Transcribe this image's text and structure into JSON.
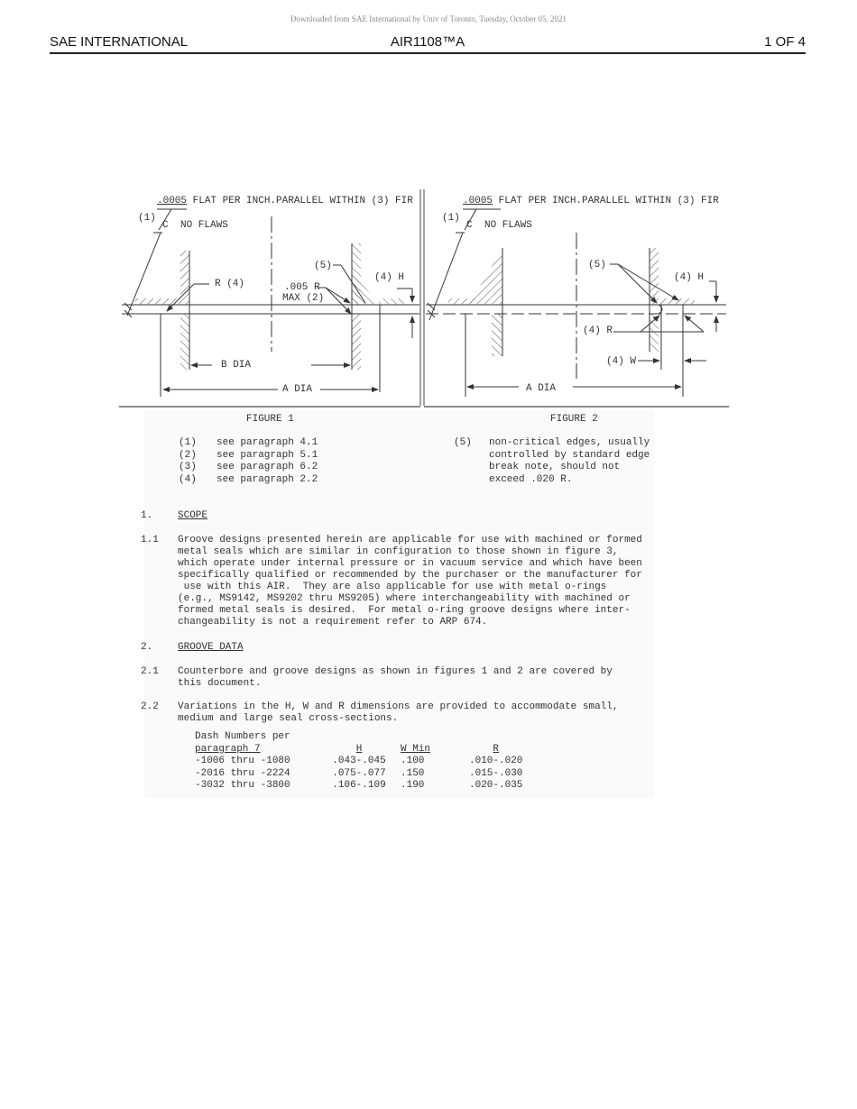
{
  "download_notice": "Downloaded from SAE International by Univ of Toronto, Tuesday, October 05, 2021",
  "header": {
    "org": "SAE INTERNATIONAL",
    "doc_id": "AIR1108™A",
    "page": "1 OF 4"
  },
  "figure1": {
    "flat_note": ".0005 FLAT PER INCH.PARALLEL WITHIN (3) FIR",
    "flat_value": ".0005",
    "flat_rest": " FLAT PER INCH.PARALLEL WITHIN (3) FIR",
    "callout_1": "(1)",
    "c_label": "C",
    "no_flaws": "NO FLAWS",
    "callout_5": "(5)",
    "r4_label": "R (4)",
    "r_max_line1": ".005 R",
    "r_max_line2": "MAX (2)",
    "h_label": "(4) H",
    "b_dia": "B DIA",
    "a_dia": "A DIA",
    "caption": "FIGURE 1"
  },
  "figure2": {
    "flat_value": ".0005",
    "flat_rest": " FLAT PER INCH.PARALLEL WITHIN (3) FIR",
    "callout_1": "(1)",
    "c_label": "C",
    "no_flaws": "NO FLAWS",
    "callout_5": "(5)",
    "h_label": "(4) H",
    "r_label": "(4) R",
    "w_label": "(4) W",
    "a_dia": "A DIA",
    "caption": "FIGURE 2"
  },
  "notes_left": [
    {
      "num": "(1)",
      "text": "see paragraph 4.1"
    },
    {
      "num": "(2)",
      "text": "see paragraph 5.1"
    },
    {
      "num": "(3)",
      "text": "see paragraph 6.2"
    },
    {
      "num": "(4)",
      "text": "see paragraph 2.2"
    }
  ],
  "notes_right": {
    "num": "(5)",
    "lines": [
      "non-critical edges, usually",
      "controlled by standard edge",
      "break note, should not",
      "exceed .020 R."
    ]
  },
  "sections": {
    "s1": {
      "num": "1.",
      "title": "SCOPE"
    },
    "s1_1": {
      "num": "1.1",
      "lines": [
        "Groove designs presented herein are applicable for use with machined or formed",
        "metal seals which are similar in configuration to those shown in figure 3,",
        "which operate under internal pressure or in vacuum service and which have been",
        "specifically qualified or recommended by the purchaser or the manufacturer for",
        " use with this AIR.  They are also applicable for use with metal o-rings",
        "(e.g., MS9142, MS9202 thru MS9205) where interchangeability with machined or",
        "formed metal seals is desired.  For metal o-ring groove designs where inter-",
        "changeability is not a requirement refer to ARP 674."
      ]
    },
    "s2": {
      "num": "2.",
      "title": "GROOVE DATA"
    },
    "s2_1": {
      "num": "2.1",
      "lines": [
        "Counterbore and groove designs as shown in figures 1 and 2 are covered by",
        "this document."
      ]
    },
    "s2_2": {
      "num": "2.2",
      "lines": [
        "Variations in the H, W and R dimensions are provided to accommodate small,",
        "medium and large seal cross-sections."
      ]
    }
  },
  "groove_table": {
    "header_line1": "Dash Numbers per",
    "columns": [
      "paragraph 7",
      "H",
      "W Min",
      "R"
    ],
    "rows": [
      [
        "-1006 thru -1080",
        ".043-.045",
        ".100",
        ".010-.020"
      ],
      [
        "-2016 thru -2224",
        ".075-.077",
        ".150",
        ".015-.030"
      ],
      [
        "-3032 thru -3800",
        ".106-.109",
        ".190",
        ".020-.035"
      ]
    ]
  }
}
